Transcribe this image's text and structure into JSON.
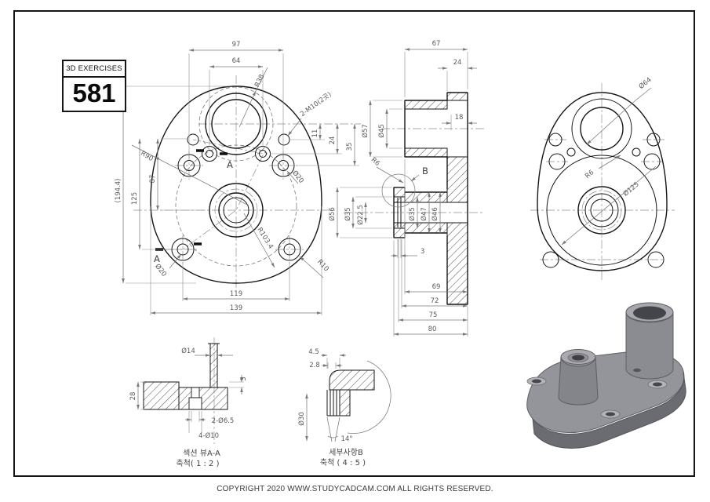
{
  "title_block": {
    "header": "3D EXERCISES",
    "number": "581"
  },
  "page": {
    "footer": "COPYRIGHT    2020  WWW.STUDYCADCAM.COM ALL RIGHTS RESERVED."
  },
  "front_view": {
    "section_label": "A",
    "dims": {
      "w97": "97",
      "w64": "64",
      "r38": "R38",
      "r90": "R90",
      "h87": "87",
      "h125": "125",
      "h194": "(194.4)",
      "w119": "119",
      "w139": "139",
      "r103": "R103.4",
      "r10": "R10",
      "d20": "Ø20",
      "m10": "2-M10(2곳)",
      "v11": "11",
      "v24": "24",
      "v35": "35"
    }
  },
  "section_view": {
    "dims": {
      "w67": "67",
      "w24": "24",
      "w18": "18",
      "d57": "Ø57",
      "d45": "Ø45",
      "r6": "R6",
      "b": "B",
      "d56": "Ø56",
      "d35l": "Ø35",
      "d225": "Ø22.5",
      "d35r": "Ø35",
      "d47": "Ø47",
      "d46": "Ø46",
      "s3": "3",
      "w69": "69",
      "w72": "72",
      "w75": "75",
      "w80": "80"
    }
  },
  "side_view": {
    "dims": {
      "d64": "Ø64",
      "r6": "R6",
      "d125": "Ø125"
    }
  },
  "detail_aa": {
    "caption1": "섹션 뷰A-A",
    "caption2": "축척( 1 : 2 )",
    "dims": {
      "d14": "Ø14",
      "s3": "3",
      "h28": "28",
      "holes65": "2-Ø6.5",
      "holes10": "4-Ø10"
    }
  },
  "detail_b": {
    "caption1": "세부사항B",
    "caption2": "축척 ( 4 : 5 )",
    "dims": {
      "w45": "4.5",
      "w28": "2.8",
      "d30": "Ø30",
      "a14": "14°"
    }
  },
  "colors": {
    "line": "#161616",
    "dim_line": "#7a7a7a",
    "model_body": "#8a8a91",
    "model_top": "#a9a9af",
    "model_dark": "#63636a",
    "model_hole": "#3f3f45"
  }
}
